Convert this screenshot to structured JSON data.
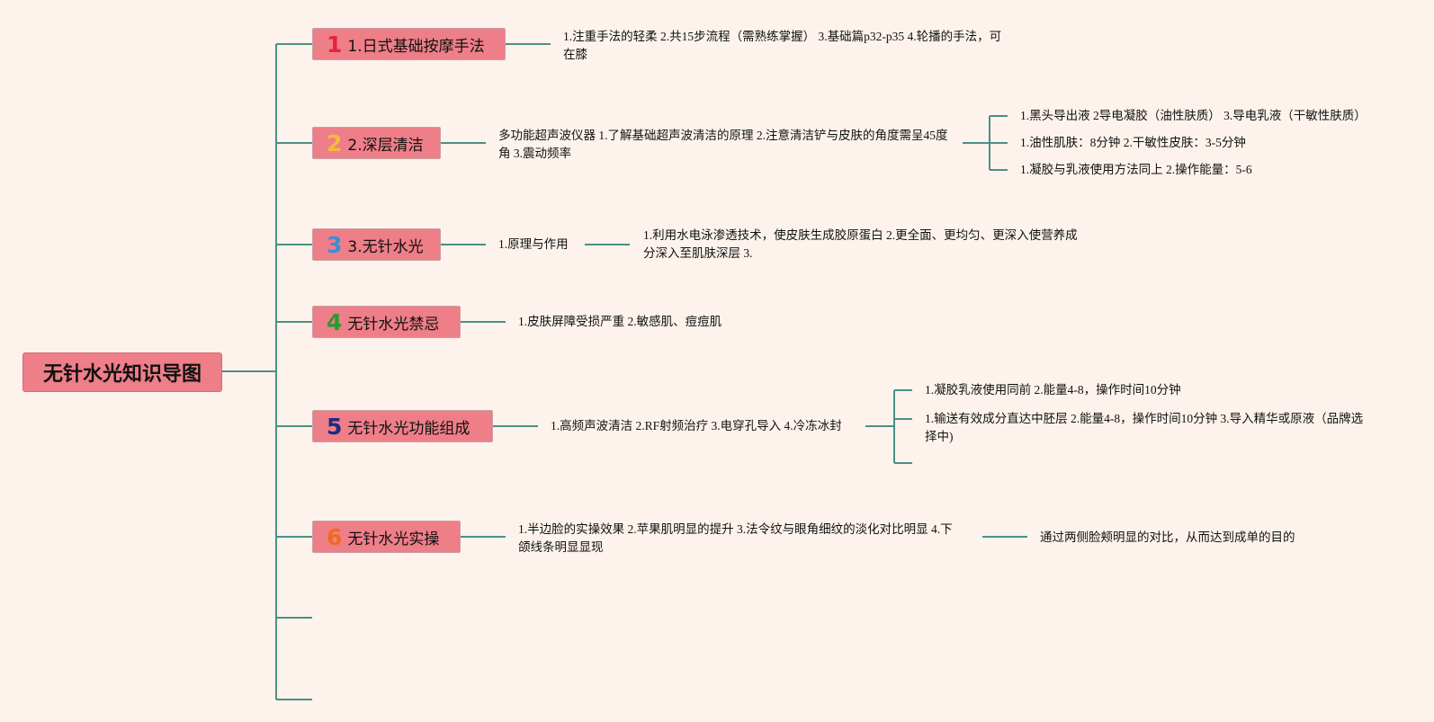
{
  "root": {
    "title": "无针水光知识导图"
  },
  "branches": [
    {
      "num": "1",
      "color": "#e5243b",
      "label": "1.日式基础按摩手法"
    },
    {
      "num": "2",
      "color": "#f6b93b",
      "label": "2.深层清洁"
    },
    {
      "num": "3",
      "color": "#3a8ed8",
      "label": "3.无针水光"
    },
    {
      "num": "4",
      "color": "#2a9a30",
      "label": "无针水光禁忌"
    },
    {
      "num": "5",
      "color": "#1f2a80",
      "label": "无针水光功能组成"
    },
    {
      "num": "6",
      "color": "#f26a1b",
      "label": "无针水光实操"
    }
  ],
  "notes": {
    "b1": "1.注重手法的轻柔 2.共15步流程（需熟练掌握） 3.基础篇p32-p35 4.轮播的手法，可在膝",
    "b2": "多功能超声波仪器 1.了解基础超声波清洁的原理 2.注意清洁铲与皮肤的角度需呈45度角 3.震动频率",
    "b2_sub": [
      "1.黑头导出液 2导电凝胶（油性肤质） 3.导电乳液（干敏性肤质）",
      "1.油性肌肤：8分钟 2.干敏性皮肤：3-5分钟",
      "1.凝胶与乳液使用方法同上 2.操作能量：5-6"
    ],
    "b3": "1.原理与作用",
    "b3_sub": "1.利用水电泳渗透技术，使皮肤生成胶原蛋白 2.更全面、更均匀、更深入使营养成分深入至肌肤深层 3.",
    "b4": "1.皮肤屏障受损严重 2.敏感肌、痘痘肌",
    "b5": "1.高频声波清洁 2.RF射频治疗 3.电穿孔导入 4.冷冻冰封",
    "b5_sub": [
      "1.凝胶乳液使用同前 2.能量4-8，操作时间10分钟",
      "1.输送有效成分直达中胚层 2.能量4-8，操作时间10分钟 3.导入精华或原液（品牌选择中)",
      ""
    ],
    "b6": "1.半边脸的实操效果 2.苹果肌明显的提升 3.法令纹与眼角细纹的淡化对比明显 4.下颌线条明显显现",
    "b6_sub": "通过两侧脸颊明显的对比，从而达到成单的目的"
  },
  "colors": {
    "line": "#4a9088",
    "node": "#ee7e88",
    "background": "#fdf3ec"
  }
}
